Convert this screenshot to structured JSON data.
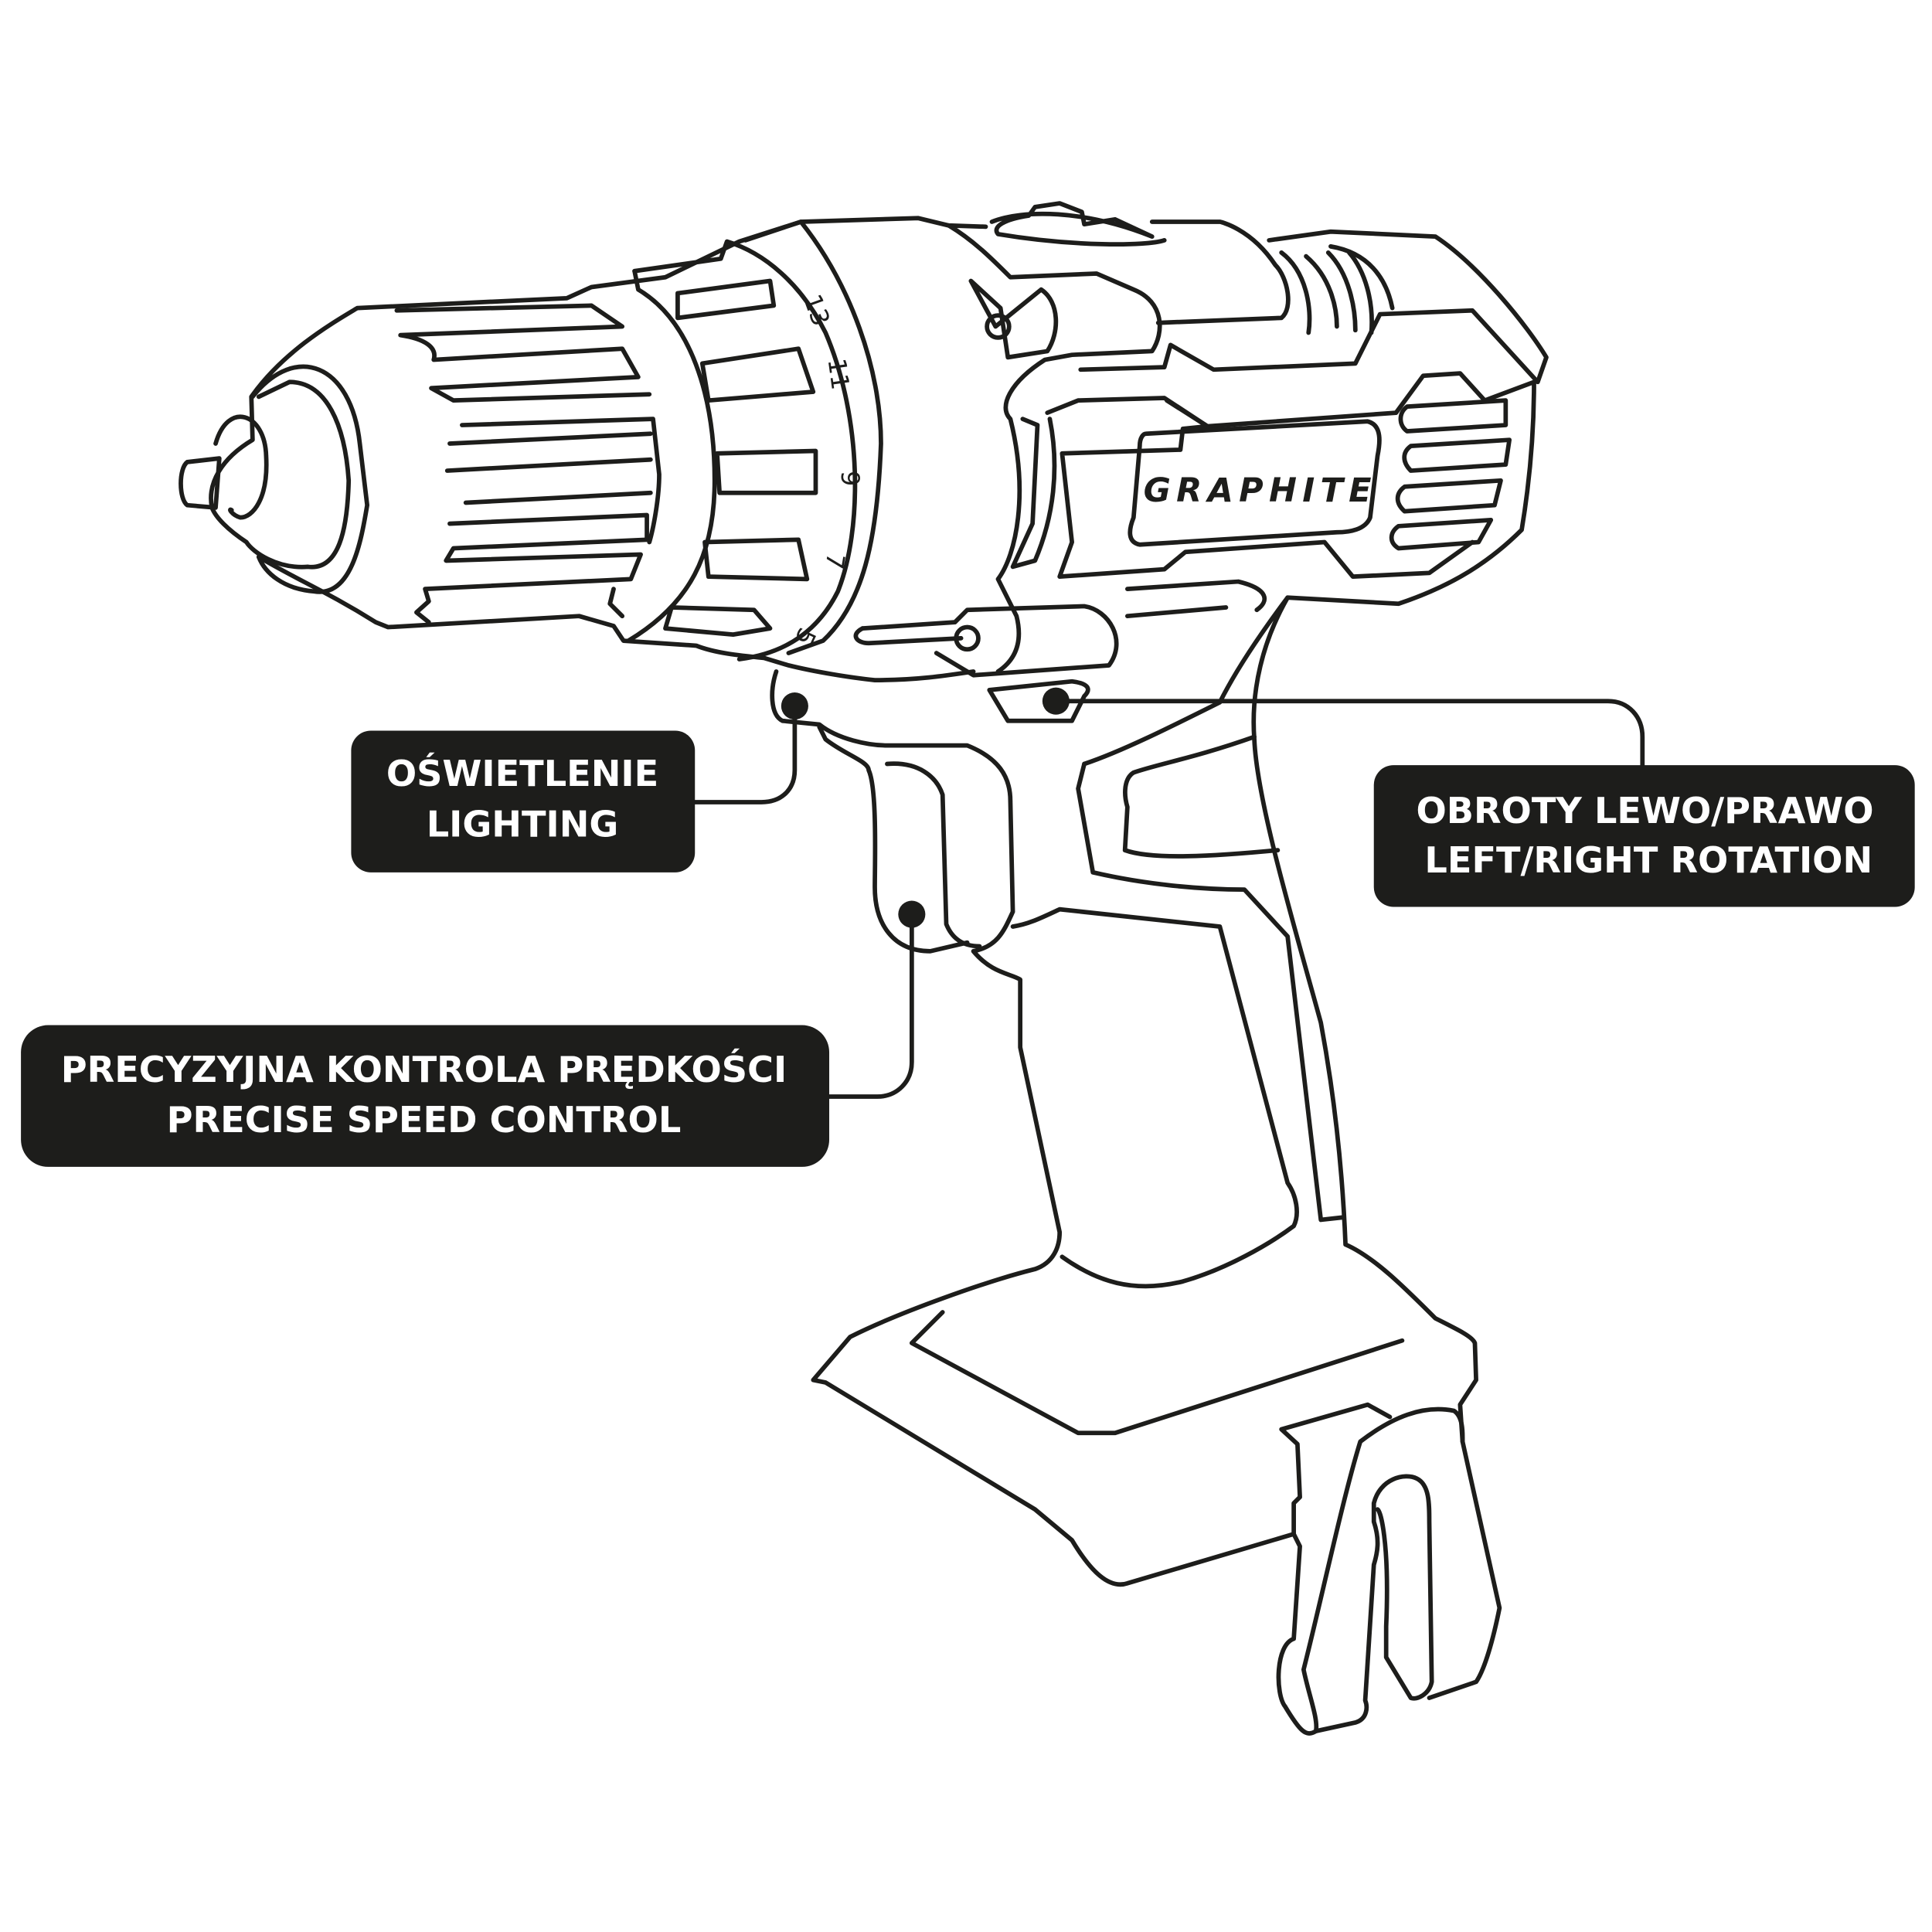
{
  "brand": "GRAPHITE",
  "dial_numbers": [
    "13",
    "11",
    "9",
    "7",
    "5"
  ],
  "callouts": {
    "lighting": {
      "line1": "OŚWIETLENIE",
      "line2": "LIGHTING"
    },
    "rotation": {
      "line1": "OBROTY LEWO/PRAWO",
      "line2": "LEFT/RIGHT ROTATION"
    },
    "speed": {
      "line1": "PRECYZYJNA KONTROLA PRĘDKOŚCI",
      "line2": "PRECISE SPEED CONTROL"
    }
  },
  "colors": {
    "ink": "#1d1d1b",
    "background": "#ffffff"
  }
}
